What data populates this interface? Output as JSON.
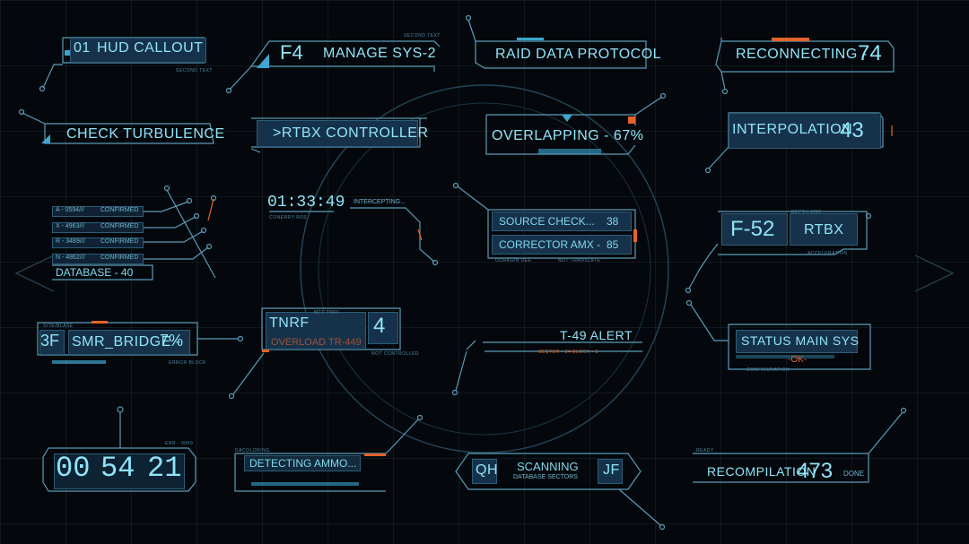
{
  "colors": {
    "accent": "#7fd8ee",
    "panel": "#16324a",
    "alert": "#e2632b",
    "background": "#04080c"
  },
  "hud_callout": {
    "number": "01",
    "label": "HUD CALLOUT",
    "sub": "SECOND TEXT"
  },
  "manage_sys": {
    "key": "F4",
    "label": "MANAGE SYS-2",
    "sub": "SECOND TEXT"
  },
  "raid": {
    "label": "RAID DATA  PROTOCOL"
  },
  "reconnecting": {
    "label": "RECONNECTING -",
    "value": "74"
  },
  "turbulence": {
    "label": "CHECK TURBULENCE"
  },
  "rtbx_controller": {
    "label": ">RTBX CONTROLLER"
  },
  "overlapping": {
    "label": "OVERLAPPING - 67%"
  },
  "interpolation": {
    "label": "INTERPOLATION",
    "value": "43"
  },
  "database": {
    "rows": [
      {
        "code": "A - 0594///",
        "status": "CONFIRMED"
      },
      {
        "code": "X - 4963///",
        "status": "CONFIRMED"
      },
      {
        "code": "R - 3489///",
        "status": "CONFIRMED"
      },
      {
        "code": "N - 4862///",
        "status": "CONFIRMED"
      }
    ],
    "footer": "DATABASE - 40"
  },
  "timer": {
    "time": "01:33:49",
    "status": "INTERCEPTING...",
    "sub": "CONERRY RDS"
  },
  "source": {
    "row1_label": "SOURCE CHECK...",
    "row1_value": "38",
    "row2_label": "CORRECTOR AMX -",
    "row2_value": "85",
    "sub1": "ODRAGIN DEE",
    "sub2": "NOT TRANSLATE"
  },
  "f52": {
    "code": "F-52",
    "label": "RTBX",
    "sub1": "DEPTH  ERR",
    "sub2": "ACCELERATION"
  },
  "smr": {
    "code": "3F",
    "label": "SMR_BRIDGE -",
    "value": "7%",
    "sub1": "SITE/BLASE",
    "sub2": "ERROR BLOCK"
  },
  "tnrf": {
    "label": "TNRF",
    "number": "4",
    "overload": "OVERLOAD TR-449",
    "sub1": "MTT TNRF",
    "sub2": "NOT CONTROLLED"
  },
  "t49": {
    "label": "T-49 ALERT",
    "sub": "SECTOR - 24 BLOCK - 5"
  },
  "status_main": {
    "label": "STATUS MAIN SYS",
    "status": "-OK-",
    "sub": "CONFIGURATION"
  },
  "clock": {
    "h": "00",
    "m": "54",
    "s": "21",
    "sub": "ERR - 0000"
  },
  "detecting": {
    "label": "DETECTING AMMO...",
    "sub": "DACOLORING"
  },
  "scanning": {
    "left": "QH",
    "right": "JF",
    "label": "SCANNING",
    "sub": "DATABASE SECTORS"
  },
  "recompilation": {
    "label": "RECOMPILATION",
    "value": "473",
    "done": "DONE",
    "sub": "READY"
  }
}
